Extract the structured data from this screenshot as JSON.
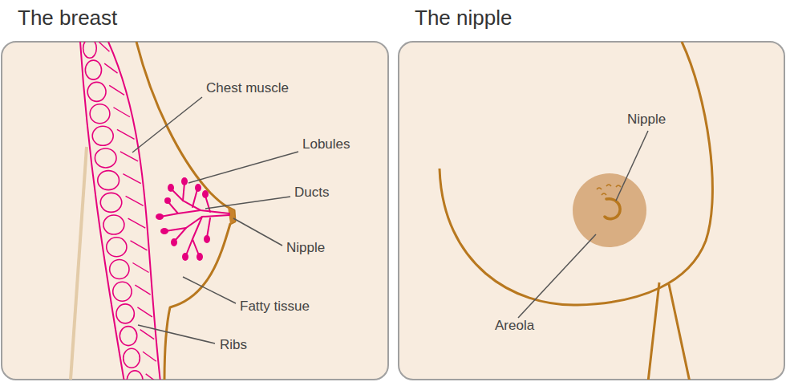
{
  "diagram": {
    "nodes": [
      {
        "text": [
          "The breast"
        ]
      },
      {
        "text": [
          "The nipple"
        ]
      }
    ],
    "labels": [
      "Chest muscle",
      "Lobules",
      "Ducts",
      "Nipple",
      "Fatty tissue",
      "Ribs",
      "Nipple",
      "Areola"
    ]
  }
}
